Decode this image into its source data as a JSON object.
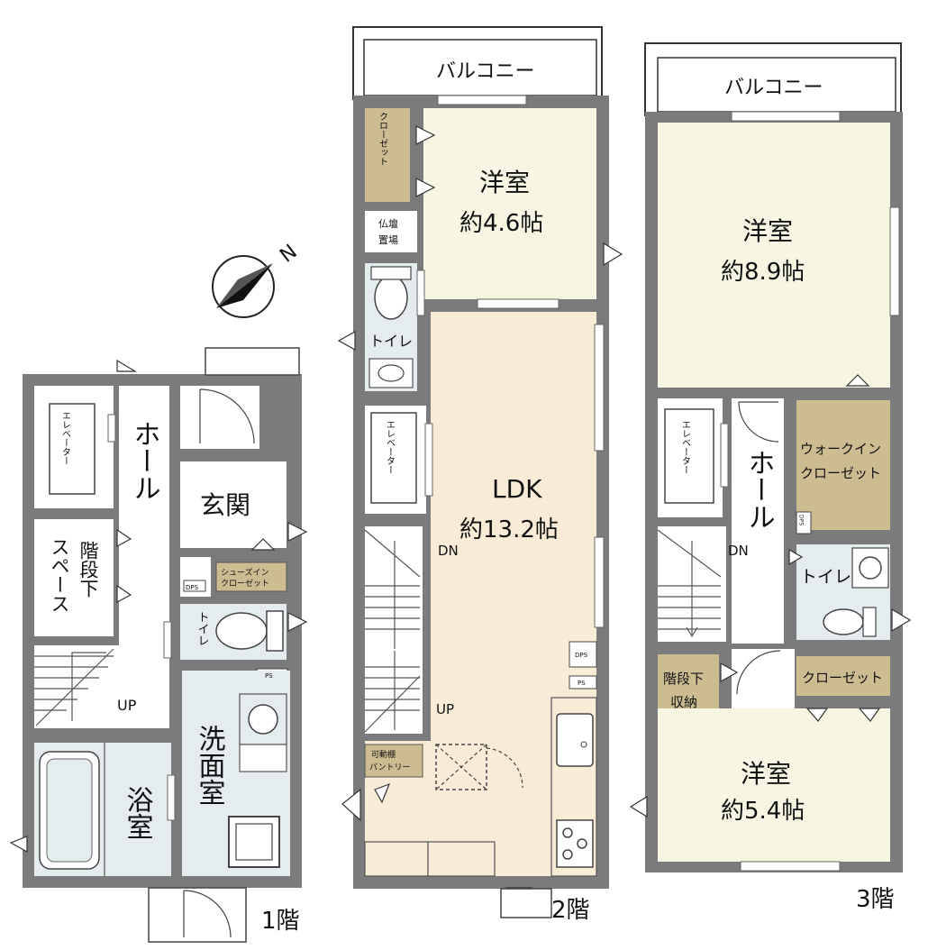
{
  "compass": {
    "label": "N"
  },
  "floors": [
    {
      "name": "1階",
      "rooms": {
        "hall": "ホール",
        "under_stairs_space": "階段下スペース",
        "elevator": "エレベーター",
        "entrance": "玄関",
        "shoe_closet": "シューズインクローゼット",
        "toilet": "トイレ",
        "washroom": "洗面室",
        "bathroom": "浴室",
        "stairs_up": "UP",
        "dps": "DPS",
        "ps": "PS"
      }
    },
    {
      "name": "2階",
      "rooms": {
        "balcony": "バルコニー",
        "closet": "クローゼット",
        "western_room": "洋室",
        "western_room_size": "約4.6帖",
        "altar_space": "仏壇置場",
        "toilet": "トイレ",
        "elevator": "エレベーター",
        "ldk": "LDK",
        "ldk_size": "約13.2帖",
        "stairs_dn": "DN",
        "stairs_up": "UP",
        "pantry": "可動棚パントリー",
        "dps": "DPS",
        "ps": "PS"
      }
    },
    {
      "name": "3階",
      "rooms": {
        "balcony": "バルコニー",
        "western_room_large": "洋室",
        "western_room_large_size": "約8.9帖",
        "elevator": "エレベーター",
        "hall": "ホール",
        "walk_in_closet": "ウォークインクローゼット",
        "dps": "DPS",
        "stairs_dn": "DN",
        "toilet": "トイレ",
        "under_stairs_storage": "階段下収納",
        "closet": "クローゼット",
        "western_room_small": "洋室",
        "western_room_small_size": "約5.4帖"
      }
    }
  ],
  "colors": {
    "wall": "#7b7b7b",
    "room_wood": "#f8ecd6",
    "room_cream": "#f6f6e2",
    "closet_tan": "#cdbb92",
    "wet_area": "#e4ecef",
    "white": "#ffffff"
  }
}
